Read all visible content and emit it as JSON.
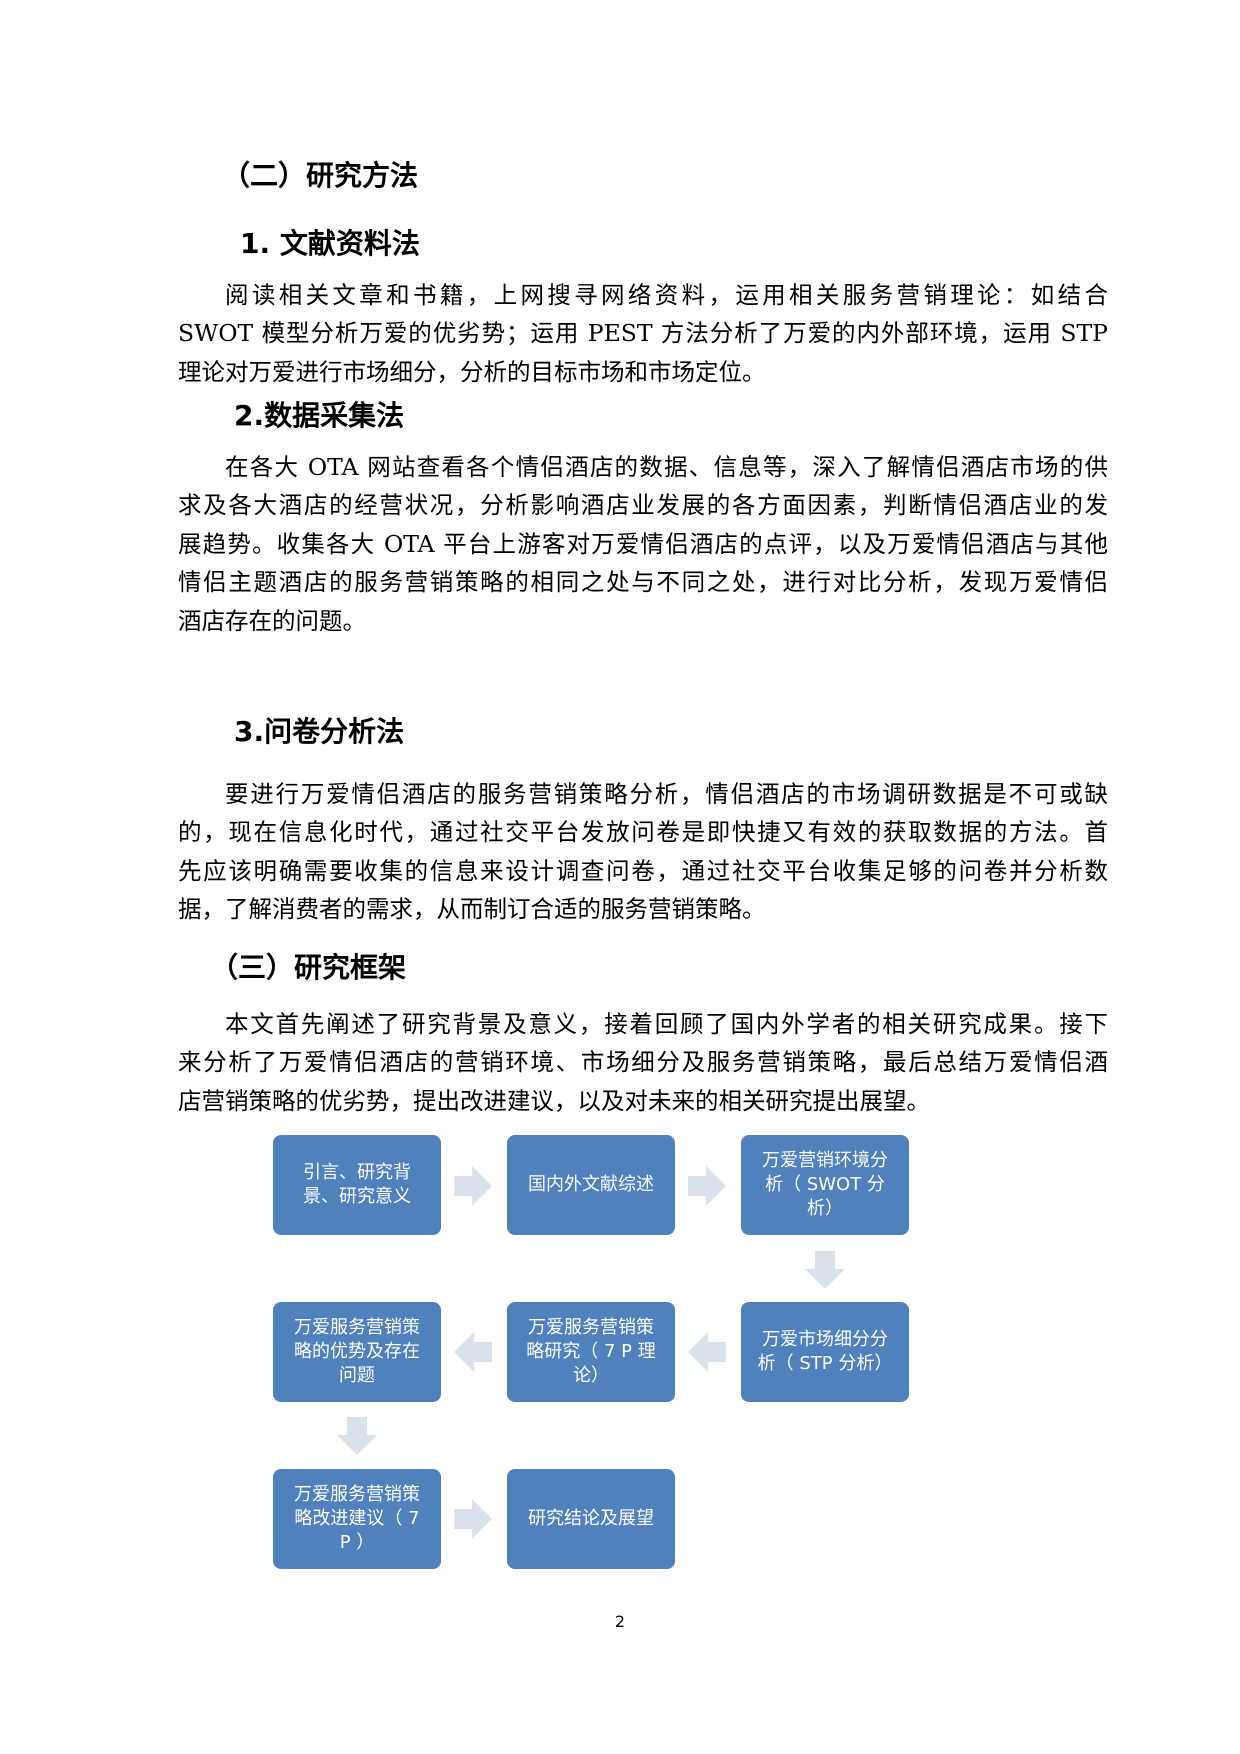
{
  "sections": {
    "methods_heading": "（二）研究方法",
    "method1_heading": "1. 文献资料法",
    "method1_lines": [
      "阅读相关文章和书籍，上网搜寻网络资料，运用相关服务营销理论：如结合",
      "SWOT 模型分析万爱的优劣势；运用 PEST 方法分析了万爱的内外部环境，运用 STP",
      "理论对万爱进行市场细分，分析的目标市场和市场定位。"
    ],
    "method2_heading": "2.数据采集法",
    "method2_lines": [
      "在各大 OTA 网站查看各个情侣酒店的数据、信息等，深入了解情侣酒店市场的供",
      "求及各大酒店的经营状况，分析影响酒店业发展的各方面因素，判断情侣酒店业的发",
      "展趋势。收集各大 OTA 平台上游客对万爱情侣酒店的点评，以及万爱情侣酒店与其他",
      "情侣主题酒店的服务营销策略的相同之处与不同之处，进行对比分析，发现万爱情侣",
      "酒店存在的问题。"
    ],
    "method3_heading": "3.问卷分析法",
    "method3_lines": [
      "要进行万爱情侣酒店的服务营销策略分析，情侣酒店的市场调研数据是不可或缺",
      "的，现在信息化时代，通过社交平台发放问卷是即快捷又有效的获取数据的方法。首",
      "先应该明确需要收集的信息来设计调查问卷，通过社交平台收集足够的问卷并分析数",
      "据，了解消费者的需求，从而制订合适的服务营销策略。"
    ],
    "framework_heading": "（三）研究框架",
    "framework_lines": [
      "本文首先阐述了研究背景及意义，接着回顾了国内外学者的相关研究成果。接下",
      "来分析了万爱情侣酒店的营销环境、市场细分及服务营销策略，最后总结万爱情侣酒",
      "店营销策略的优劣势，提出改进建议，以及对未来的相关研究提出展望。"
    ]
  },
  "flowchart": {
    "box_color": "#4f81bd",
    "arrow_color": "#d9e1ed",
    "boxes": {
      "intro": "引言、研究背\n景、研究意义",
      "literature": "国内外文献综述",
      "swot": "万爱营销环境分\n析（ SWOT 分\n析）",
      "stp": "万爱市场细分分\n析（ STP 分析）",
      "strategy7p": "万爱服务营销策\n略研究（ 7 P 理\n论）",
      "pros_cons": "万爱服务营销策\n略的优势及存在\n问题",
      "improve": "万爱服务营销策\n略改进建议（ 7\nP ）",
      "conclusion": "研究结论及展望"
    }
  },
  "page_number": "2"
}
